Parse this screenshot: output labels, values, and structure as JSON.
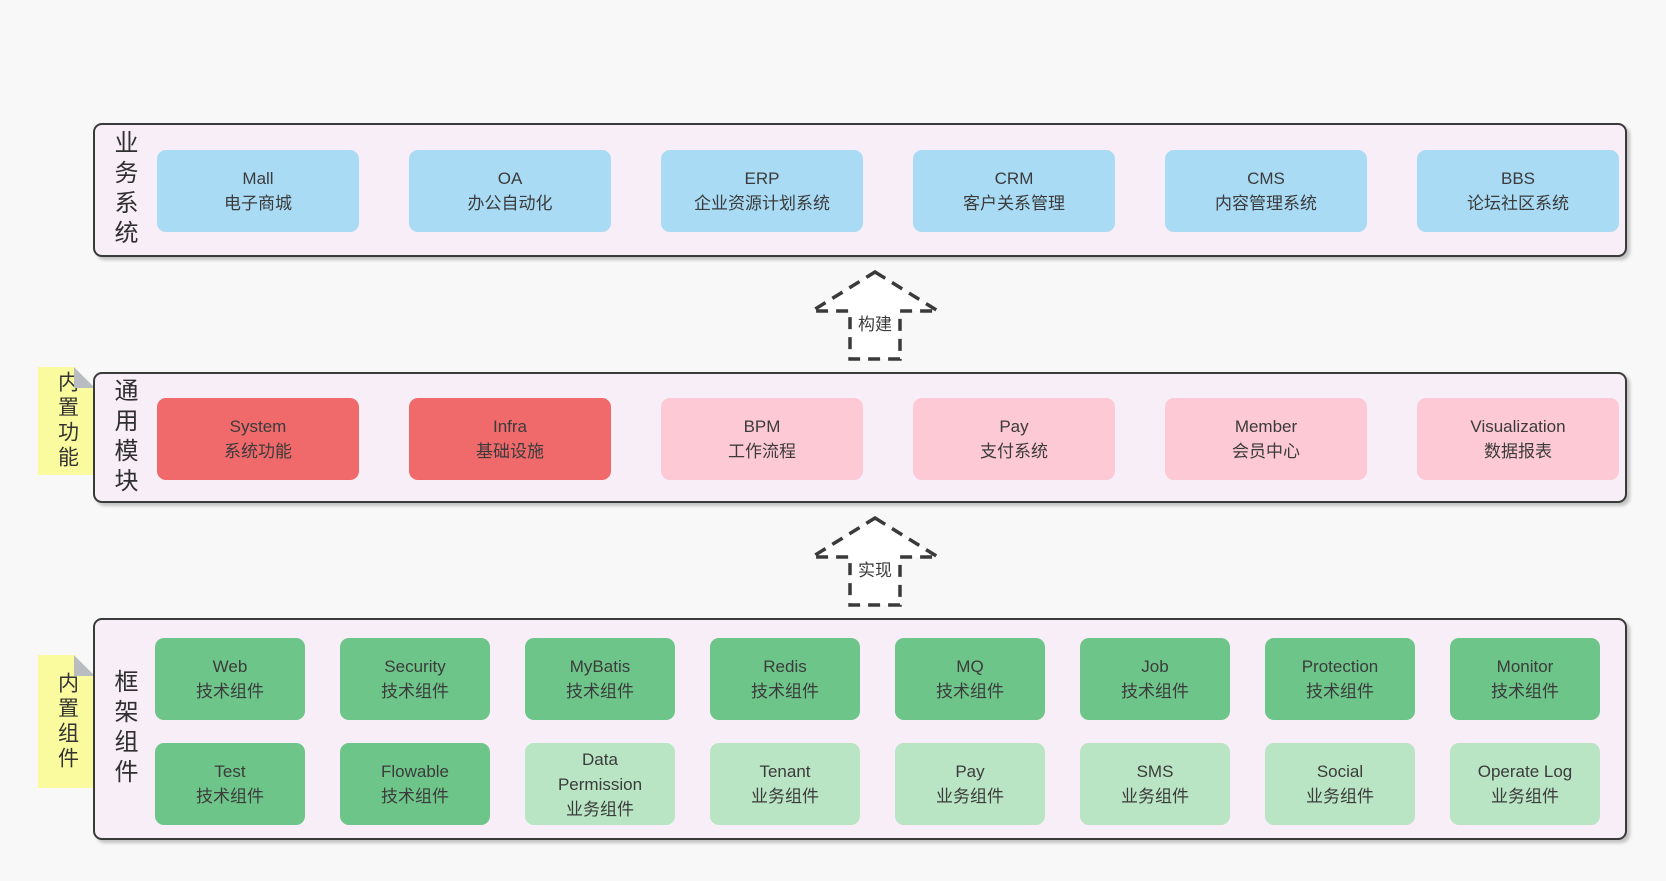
{
  "colors": {
    "background": "#f8f8f8",
    "band_fill": "#f8eef7",
    "band_border": "#3a3a3a",
    "blue_box": "#a9dbf5",
    "red_box": "#f0696b",
    "pink_box": "#fcc9d4",
    "green_box": "#6ec589",
    "light_green_box": "#b9e5c4",
    "note_yellow": "#fafa9e",
    "note_fold_gray": "#b9bcc0",
    "text": "#3b3b3b"
  },
  "arrows": [
    {
      "label": "构建"
    },
    {
      "label": "实现"
    }
  ],
  "bands": [
    {
      "label": "业务系统",
      "boxes": [
        {
          "en": "Mall",
          "zh": "电子商城"
        },
        {
          "en": "OA",
          "zh": "办公自动化"
        },
        {
          "en": "ERP",
          "zh": "企业资源计划系统"
        },
        {
          "en": "CRM",
          "zh": "客户关系管理"
        },
        {
          "en": "CMS",
          "zh": "内容管理系统"
        },
        {
          "en": "BBS",
          "zh": "论坛社区系统"
        }
      ]
    },
    {
      "label": "通用模块",
      "note": "内置功能",
      "boxes": [
        {
          "en": "System",
          "zh": "系统功能"
        },
        {
          "en": "Infra",
          "zh": "基础设施"
        },
        {
          "en": "BPM",
          "zh": "工作流程"
        },
        {
          "en": "Pay",
          "zh": "支付系统"
        },
        {
          "en": "Member",
          "zh": "会员中心"
        },
        {
          "en": "Visualization",
          "zh": "数据报表"
        }
      ]
    },
    {
      "label": "框架组件",
      "note": "内置组件",
      "rows": [
        [
          {
            "en": "Web",
            "zh": "技术组件"
          },
          {
            "en": "Security",
            "zh": "技术组件"
          },
          {
            "en": "MyBatis",
            "zh": "技术组件"
          },
          {
            "en": "Redis",
            "zh": "技术组件"
          },
          {
            "en": "MQ",
            "zh": "技术组件"
          },
          {
            "en": "Job",
            "zh": "技术组件"
          },
          {
            "en": "Protection",
            "zh": "技术组件"
          },
          {
            "en": "Monitor",
            "zh": "技术组件"
          }
        ],
        [
          {
            "en": "Test",
            "zh": "技术组件"
          },
          {
            "en": "Flowable",
            "zh": "技术组件"
          },
          {
            "en": "Data Permission",
            "zh": "业务组件"
          },
          {
            "en": "Tenant",
            "zh": "业务组件"
          },
          {
            "en": "Pay",
            "zh": "业务组件"
          },
          {
            "en": "SMS",
            "zh": "业务组件"
          },
          {
            "en": "Social",
            "zh": "业务组件"
          },
          {
            "en": "Operate Log",
            "zh": "业务组件"
          }
        ]
      ]
    }
  ]
}
